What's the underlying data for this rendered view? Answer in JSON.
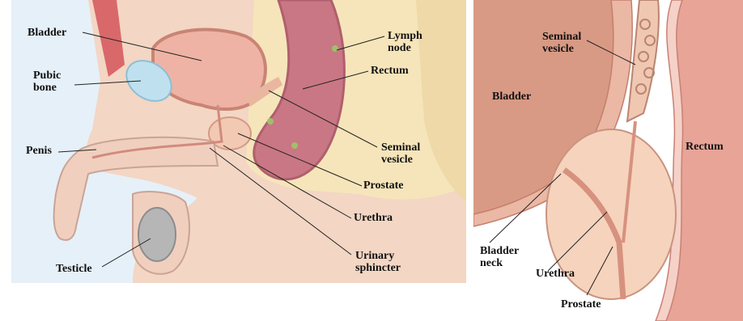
{
  "left_panel": {
    "labels": {
      "bladder": "Bladder",
      "pubic_bone": "Pubic\nbone",
      "penis": "Penis",
      "testicle": "Testicle",
      "lymph_node": "Lymph\nnode",
      "rectum": "Rectum",
      "seminal_vesicle": "Seminal\nvesicle",
      "prostate": "Prostate",
      "urethra": "Urethra",
      "urinary_sphincter": "Urinary\nsphincter"
    }
  },
  "right_panel": {
    "labels": {
      "seminal_vesicle": "Seminal\nvesicle",
      "bladder": "Bladder",
      "rectum": "Rectum",
      "bladder_neck": "Bladder\nneck",
      "urethra": "Urethra",
      "prostate": "Prostate"
    }
  }
}
